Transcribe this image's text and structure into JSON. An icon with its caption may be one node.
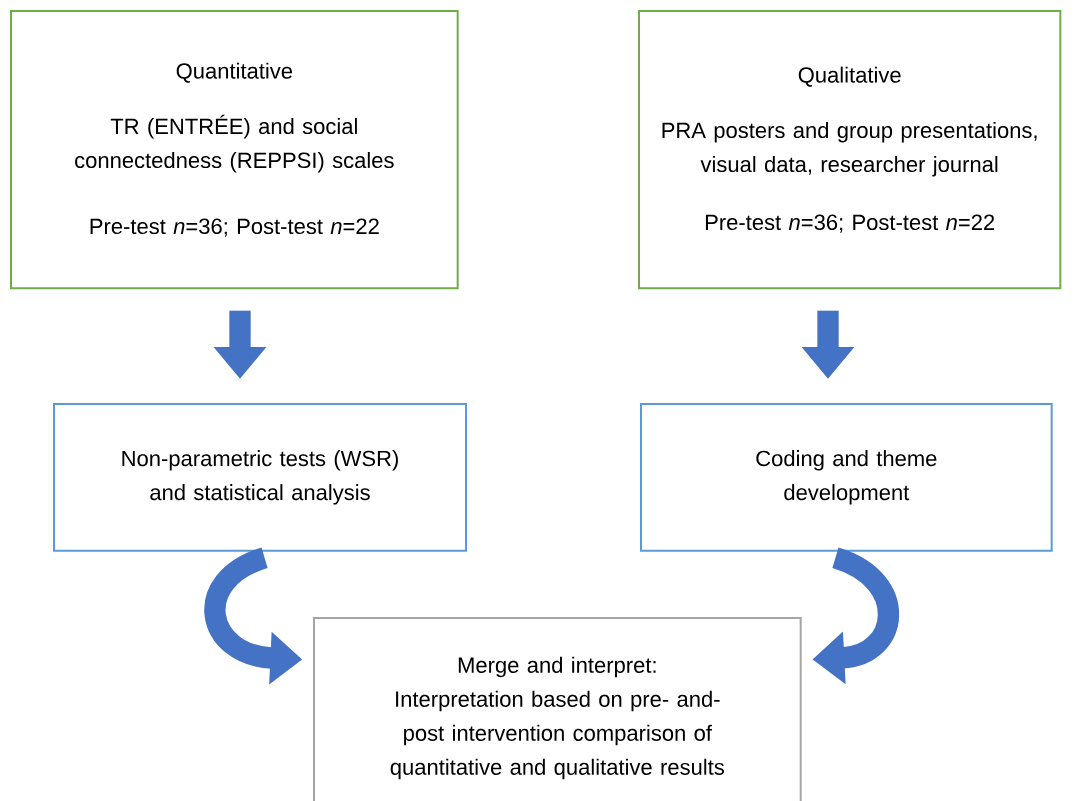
{
  "diagram": {
    "nodes": [
      {
        "text": [
          "Quantitative",
          "TR (ENTRÉE) and social connectedness (REPPSI) scales",
          "Pre-test *n*=36; Post-test *n*=22"
        ]
      },
      {
        "text": [
          "Qualitative",
          "PRA posters and group presentations, visual data, researcher journal",
          "Pre-test *n*=36; Post-test *n*=22"
        ]
      },
      {
        "text": [
          "Non-parametric tests (WSR) and statistical analysis"
        ]
      },
      {
        "text": [
          "Coding and theme development"
        ]
      },
      {
        "text": [
          "Merge and interpret:",
          "Interpretation based on pre- and-post intervention comparison of quantitative and qualitative results"
        ]
      }
    ],
    "edges": [
      {
        "from": 0,
        "to": 2,
        "arrow": "to"
      },
      {
        "from": 1,
        "to": 3,
        "arrow": "to"
      },
      {
        "from": 2,
        "to": 4,
        "arrow": "to"
      },
      {
        "from": 3,
        "to": 4,
        "arrow": "to"
      }
    ]
  }
}
